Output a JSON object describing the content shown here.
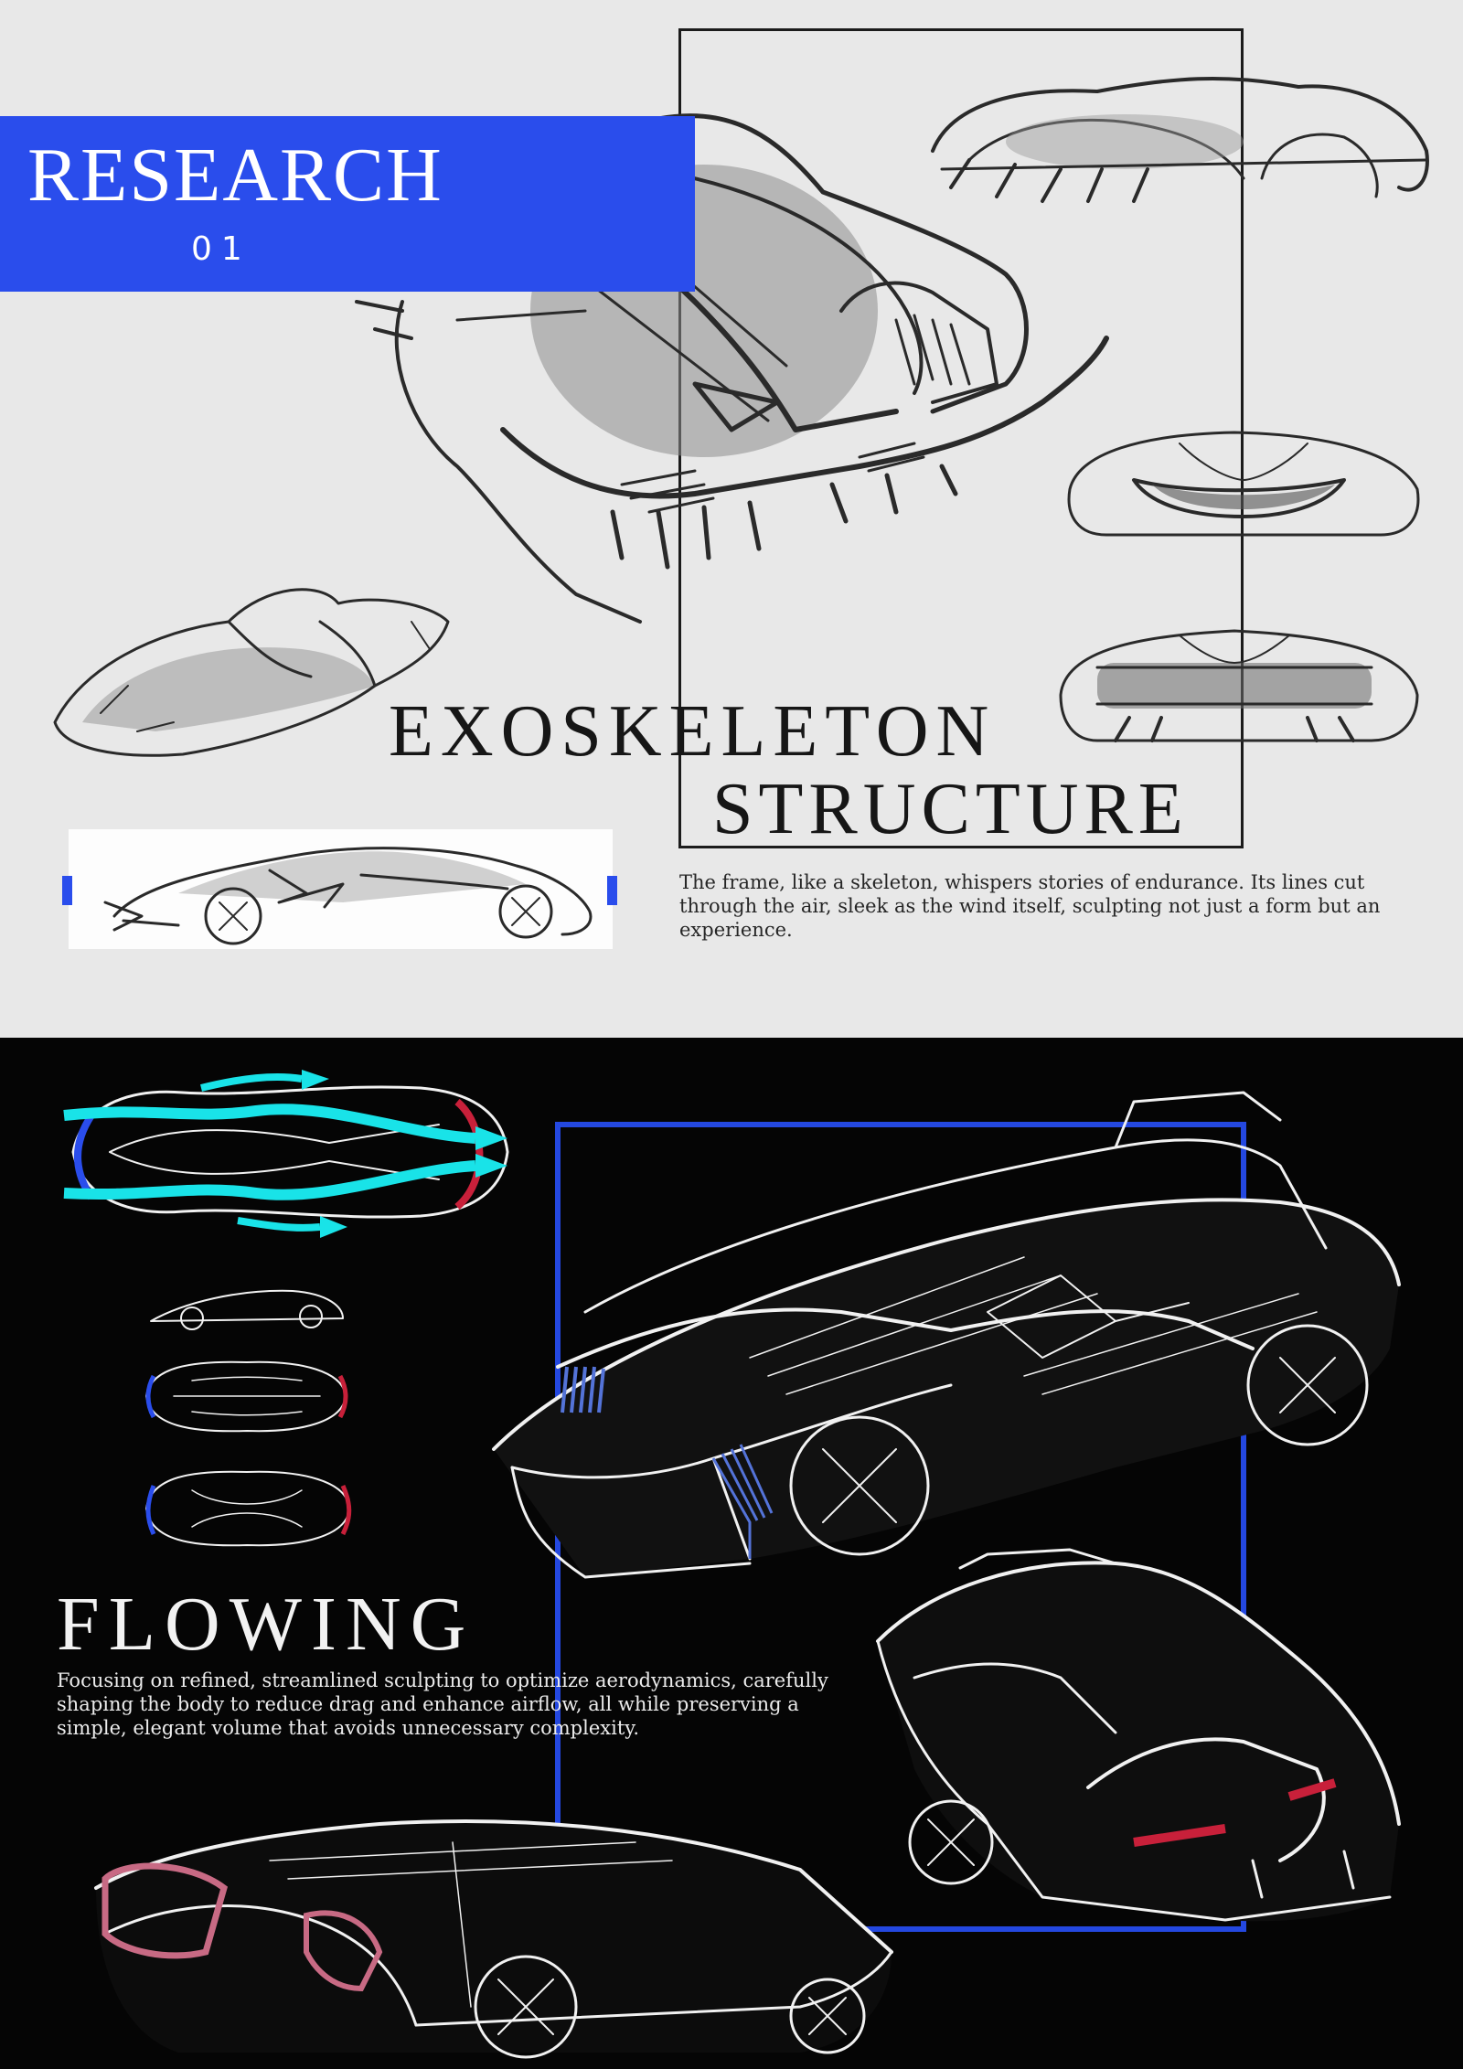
{
  "research": {
    "title": "RESEARCH",
    "number": "01"
  },
  "exoskeleton": {
    "title_line1": "EXOSKELETON",
    "title_line2": "STRUCTURE",
    "description": "The frame, like a skeleton, whispers stories of endurance. Its lines  cut through the air, sleek as the wind itself, sculpting not just a form but an experience."
  },
  "flowing": {
    "title": "FLOWING",
    "description": "Focusing on refined, streamlined sculpting to optimize aerodynamics, carefully shaping the body to reduce drag and enhance airflow, all while preserving a simple, elegant volume that avoids unnecessary complexity."
  },
  "colors": {
    "accent_blue": "#2a4dec",
    "light_background": "#e8e8e8",
    "dark_background": "#050505",
    "airflow_cyan": "#19e3e8",
    "tail_red": "#c8203a"
  },
  "icons": [
    "airflow-arrow-icon"
  ]
}
